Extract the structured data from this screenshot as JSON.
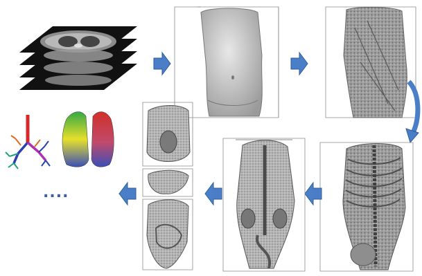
{
  "diagram": {
    "ellipsis": "....",
    "colors": {
      "arrow": "#4a7ec6",
      "arrow_edge": "#2f5c9e",
      "box": "#8a8a8a",
      "render_gray": "#a9a9a9",
      "render_dark": "#6f6f6f",
      "lung_red": "#d0302a",
      "lung_yellow": "#e6e02a",
      "lung_blue": "#3a4fb8",
      "lung_green": "#35a847",
      "airway_red": "#d62828",
      "airway_blue": "#2a3fb0",
      "airway_green": "#21a27a",
      "airway_magenta": "#b030b0"
    },
    "icons": [
      "ct-slice-stack",
      "torso-skin-render",
      "torso-muscle-render",
      "skeleton-render",
      "organ-render",
      "segmented-organs-render",
      "colored-lung-render",
      "airway-tree-render",
      "segmented-liver-render",
      "wireframe-organ-render"
    ],
    "arrows": [
      "right",
      "right",
      "curved-down",
      "left",
      "left",
      "left"
    ]
  }
}
